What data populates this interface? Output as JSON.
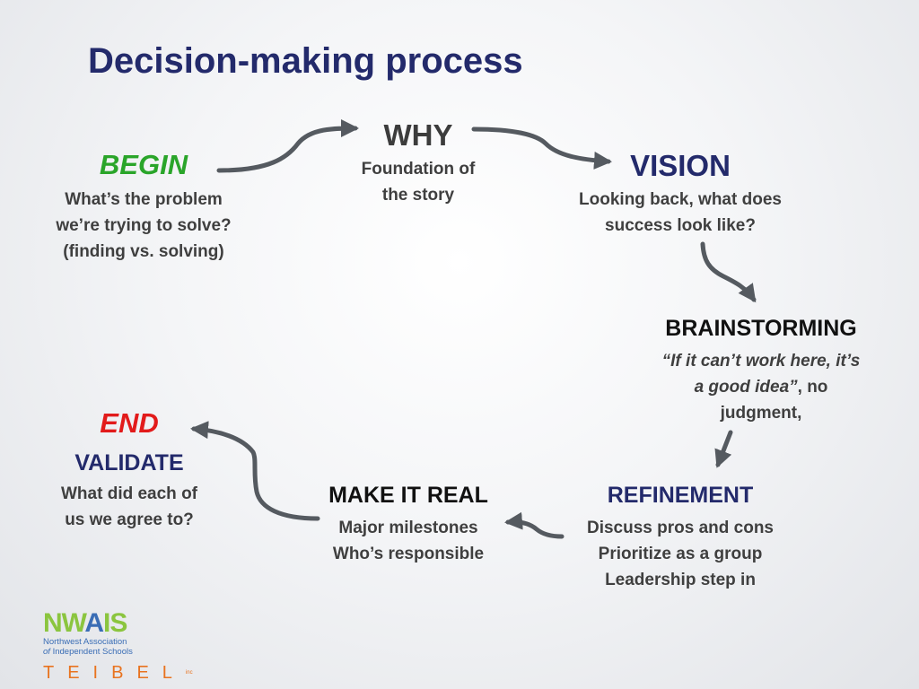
{
  "title": "Decision-making process",
  "begin": {
    "heading": "BEGIN",
    "lines": [
      "What’s the problem",
      "we’re trying to solve?",
      "(finding vs. solving)"
    ]
  },
  "why": {
    "heading": "WHY",
    "lines": [
      "Foundation of",
      "the story"
    ]
  },
  "vision": {
    "heading": "VISION",
    "lines": [
      "Looking back, what does",
      "success look like?"
    ]
  },
  "brainstorming": {
    "heading": "BRAINSTORMING",
    "line1": "“If it can’t work here, it’s",
    "line2_italic": "a good idea”",
    "line2_rest": ", no",
    "line3": "judgment,"
  },
  "refinement": {
    "heading": "REFINEMENT",
    "lines": [
      "Discuss pros and cons",
      "Prioritize as a group",
      "Leadership step in"
    ]
  },
  "make_it_real": {
    "heading": "MAKE IT REAL",
    "lines": [
      "Major milestones",
      "Who’s responsible"
    ]
  },
  "end": {
    "heading": "END",
    "subheading": "VALIDATE",
    "lines": [
      "What did each of",
      "us we agree to?"
    ]
  },
  "logos": {
    "nwais_left": "NW",
    "nwais_mid": "A",
    "nwais_right": "IS",
    "nwais_line1": "Northwest Association",
    "nwais_line2_italic": "of",
    "nwais_line2_rest": " Independent Schools",
    "teibel": "TEIBEL",
    "teibel_mark": "inc"
  },
  "colors": {
    "title": "#232a6b",
    "begin": "#2aa52a",
    "end": "#e21b1b",
    "navy": "#232a6b",
    "arrow": "#555a60"
  }
}
